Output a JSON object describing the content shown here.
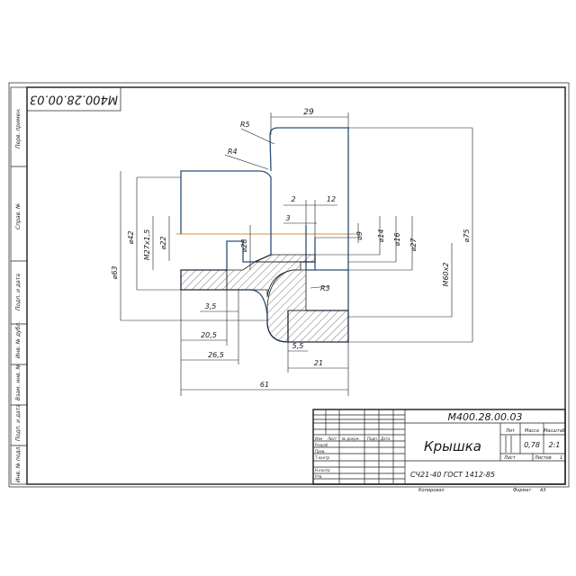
{
  "drawing_code_rotated": "М400.28.00.03",
  "dimensions": {
    "d29": "29",
    "r5": "R5",
    "r4": "R4",
    "d2": "2",
    "d12": "12",
    "d3": "3",
    "d42": "⌀42",
    "m27": "M27x1,5",
    "d22": "⌀22",
    "d28": "⌀28",
    "d9": "⌀9",
    "d14": "⌀14",
    "d16": "⌀16",
    "d27": "⌀27",
    "m60": "M60x2",
    "d75": "⌀75",
    "d63": "⌀63",
    "r3": "R3",
    "d35": "3,5",
    "d205": "20,5",
    "d265": "26,5",
    "d55": "5,5",
    "d21": "21",
    "d61": "61"
  },
  "side_labels": [
    "Перв. примен.",
    "Справ. №",
    "Подп. и дата",
    "Инв. № дубл.",
    "Взам. инв. №",
    "Подп. и дата",
    "Инв. № подл."
  ],
  "title_block": {
    "designation": "М400.28.00.03",
    "name": "Крышка",
    "material": "СЧ21-40 ГОСТ 1412-85",
    "col_lit": "Лит",
    "col_mass": "Масса",
    "col_scale": "Масштаб",
    "mass": "0,78",
    "scale": "2:1",
    "sheet_label": "Лист",
    "sheets_label": "Листов",
    "sheets_count": "1",
    "hdr_izm": "Изм",
    "hdr_list": "Лист",
    "hdr_doc": "№ докум.",
    "hdr_sign": "Подп.",
    "hdr_date": "Дата",
    "row_razrab": "Разраб",
    "row_prov": "Пров.",
    "row_tkontr": "Т.контр",
    "row_nkontr": "Н.контр",
    "row_utv": "Утв.",
    "copied": "Копировал",
    "format_label": "Формат",
    "format_value": "А3"
  }
}
